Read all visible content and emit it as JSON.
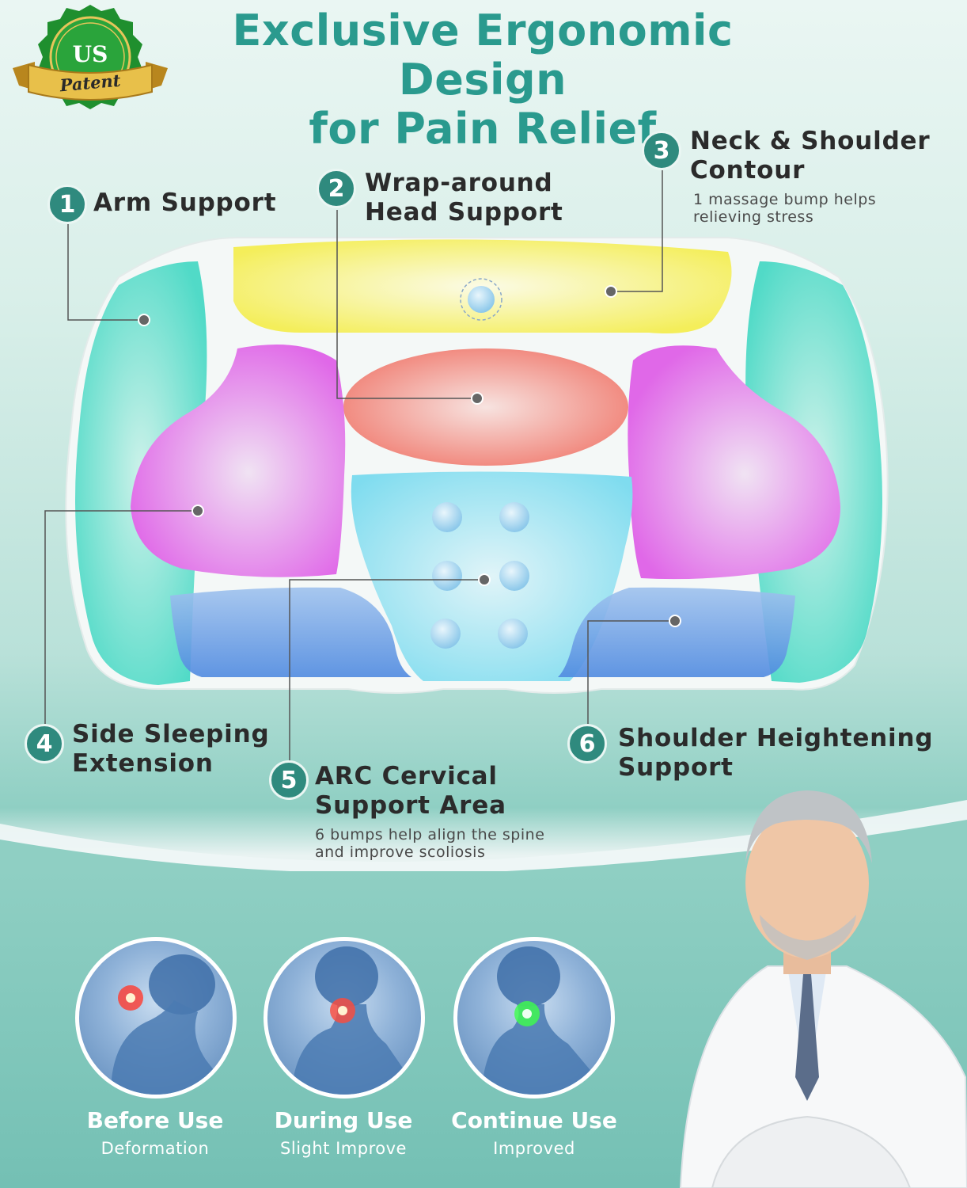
{
  "badge": {
    "top_text": "US",
    "ribbon_text": "Patent"
  },
  "title": {
    "line1": "Exclusive Ergonomic Design",
    "line2": "for Pain Relief"
  },
  "callouts": [
    {
      "num": "1",
      "line1": "Arm Support",
      "line2": "",
      "sub1": "",
      "sub2": ""
    },
    {
      "num": "2",
      "line1": "Wrap-around",
      "line2": "Head Support",
      "sub1": "",
      "sub2": ""
    },
    {
      "num": "3",
      "line1": "Neck & Shoulder",
      "line2": "Contour",
      "sub1": "1 massage bump helps",
      "sub2": "relieving stress"
    },
    {
      "num": "4",
      "line1": "Side Sleeping",
      "line2": "Extension",
      "sub1": "",
      "sub2": ""
    },
    {
      "num": "5",
      "line1": "ARC Cervical",
      "line2": "Support Area",
      "sub1": "6 bumps help align the spine",
      "sub2": "and improve scoliosis"
    },
    {
      "num": "6",
      "line1": "Shoulder Heightening",
      "line2": "Support",
      "sub1": "",
      "sub2": ""
    }
  ],
  "stages": [
    {
      "title": "Before Use",
      "sub": "Deformation",
      "glow": "#ff3b2f"
    },
    {
      "title": "During Use",
      "sub": "Slight Improve",
      "glow": "#ff4a3a"
    },
    {
      "title": "Continue Use",
      "sub": "Improved",
      "glow": "#3dff4a"
    }
  ],
  "colors": {
    "accent": "#2f8a7e",
    "title": "#2a9a8e"
  }
}
